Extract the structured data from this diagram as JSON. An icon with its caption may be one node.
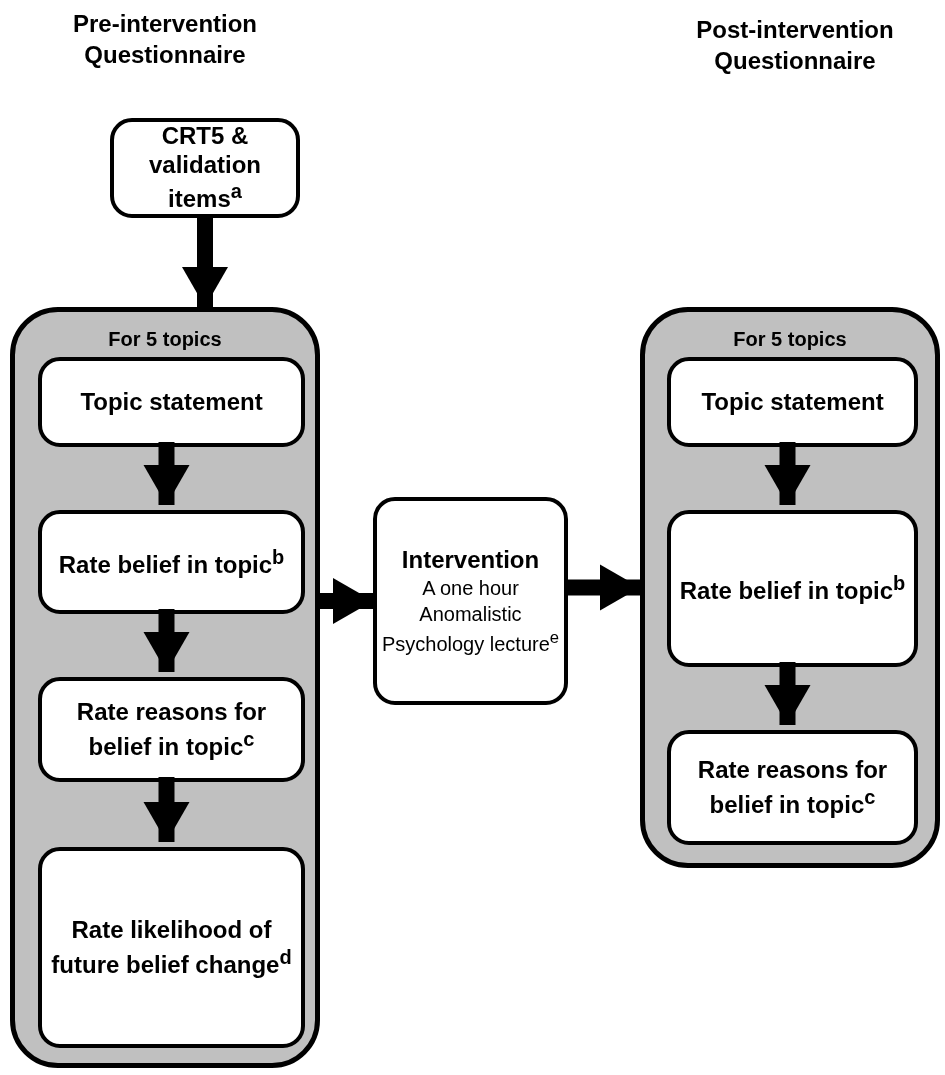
{
  "diagram": {
    "nodes": [
      {
        "text": [
          "CRT5 & validation items$^{a}$"
        ]
      },
      {
        "text": [
          "For 5 topics"
        ]
      },
      {
        "text": [
          "Topic statement"
        ],
        "in": 1
      },
      {
        "text": [
          "Rate belief in topic$^{b}$"
        ],
        "in": 1
      },
      {
        "text": [
          "Rate reasons for belief in topic$^{c}$"
        ],
        "in": 1
      },
      {
        "text": [
          "Rate likelihood of future belief change$^{d}$"
        ],
        "in": 1
      },
      {
        "text": [
          "Intervention",
          "A one hour Anomalistic Psychology lecture$^{e}$"
        ]
      },
      {
        "text": [
          "For 5 topics"
        ]
      },
      {
        "text": [
          "Topic statement"
        ],
        "in": 7
      },
      {
        "text": [
          "Rate belief in topic$^{b}$"
        ],
        "in": 7
      },
      {
        "text": [
          "Rate reasons for belief in topic$^{c}$"
        ],
        "in": 7
      }
    ],
    "edges": [
      {
        "from": 0,
        "to": 1,
        "arrow": "to"
      },
      {
        "from": 2,
        "to": 3,
        "arrow": "to"
      },
      {
        "from": 3,
        "to": 4,
        "arrow": "to"
      },
      {
        "from": 4,
        "to": 5,
        "arrow": "to"
      },
      {
        "from": 1,
        "to": 6,
        "arrow": "to"
      },
      {
        "from": 6,
        "to": 7,
        "arrow": "to"
      },
      {
        "from": 8,
        "to": 9,
        "arrow": "to"
      },
      {
        "from": 9,
        "to": 10,
        "arrow": "to"
      }
    ],
    "labels": [
      "Pre-intervention Questionnaire",
      "Post-intervention Questionnaire"
    ]
  }
}
